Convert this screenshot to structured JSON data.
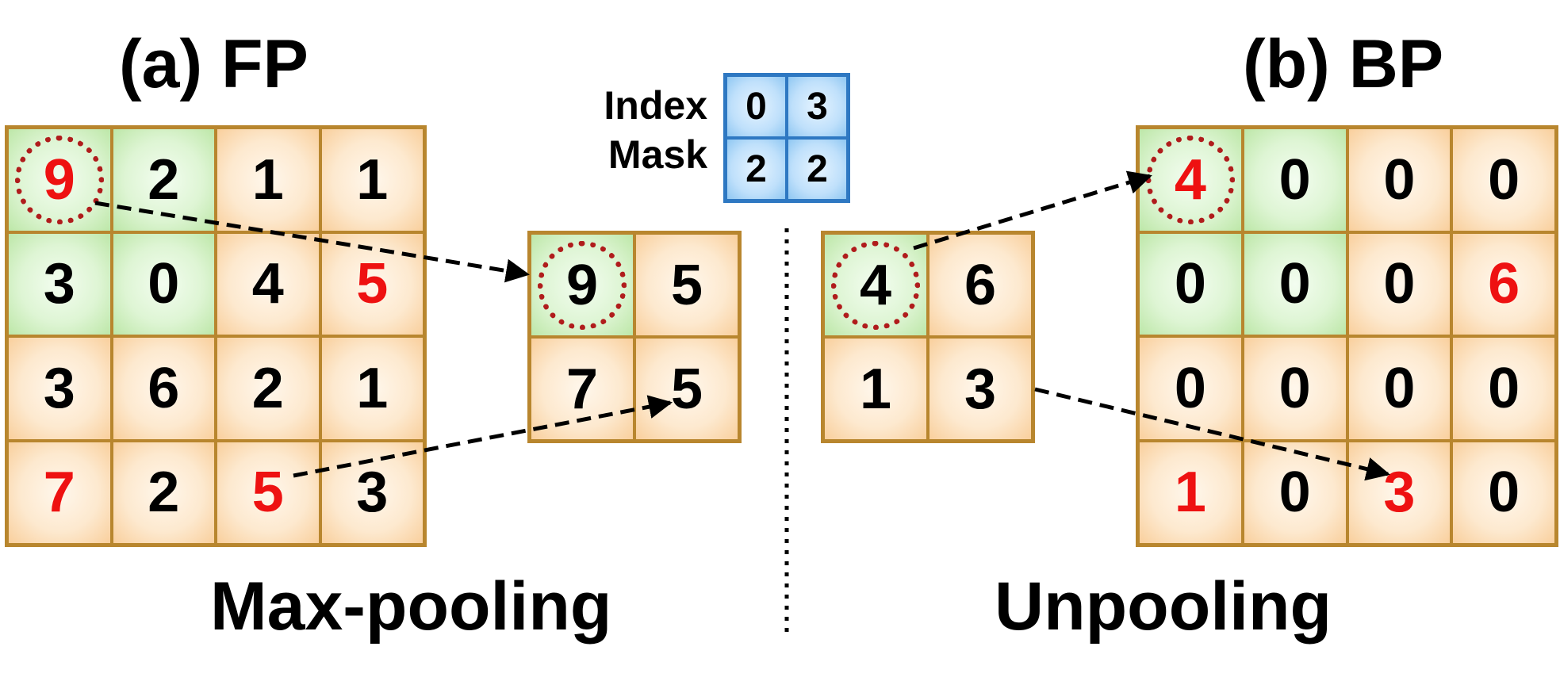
{
  "titles": {
    "fp": "(a) FP",
    "bp": "(b) BP"
  },
  "captions": {
    "left": "Max-pooling",
    "right": "Unpooling"
  },
  "index_mask": {
    "label_line1": "Index",
    "label_line2": "Mask",
    "values": [
      "0",
      "3",
      "2",
      "2"
    ]
  },
  "fp_input": {
    "values": [
      "9",
      "2",
      "1",
      "1",
      "3",
      "0",
      "4",
      "5",
      "3",
      "6",
      "2",
      "1",
      "7",
      "2",
      "5",
      "3"
    ]
  },
  "fp_output": {
    "values": [
      "9",
      "5",
      "7",
      "5"
    ]
  },
  "bp_input": {
    "values": [
      "4",
      "6",
      "1",
      "3"
    ]
  },
  "bp_output": {
    "values": [
      "4",
      "0",
      "0",
      "0",
      "0",
      "0",
      "0",
      "6",
      "0",
      "0",
      "0",
      "0",
      "1",
      "0",
      "3",
      "0"
    ]
  },
  "colors": {
    "orange_cell": "#fde9cf",
    "green_cell": "#def5d4",
    "highlight_text": "#ee1111",
    "circle": "#b01c1c",
    "mask_cell": "#bfe0fb",
    "grid_border": "#b8862e"
  }
}
